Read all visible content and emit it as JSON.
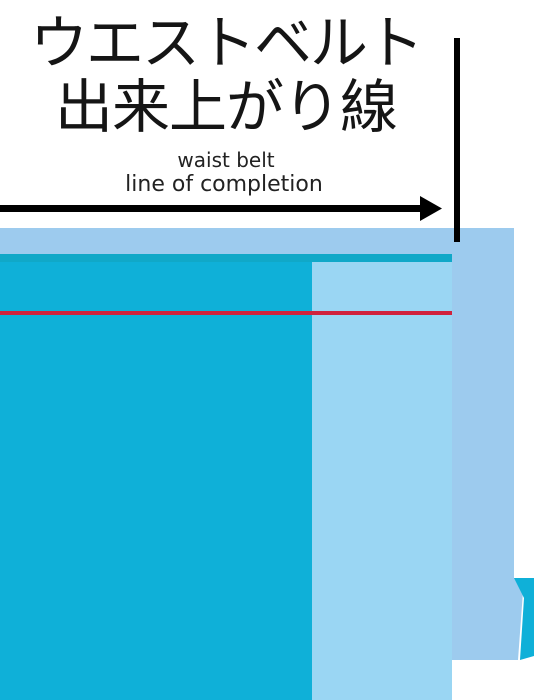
{
  "labels": {
    "title_line1": "ウエストベルト",
    "title_line2": "出来上がり線",
    "subtitle_line1": "waist belt",
    "subtitle_line2": "line of completion"
  },
  "colors": {
    "outer_fabric": "#9dcbee",
    "inner_fabric": "#0fb0d8",
    "middle_panel": "#9ad6f3",
    "fold_line": "#10a8c8",
    "completion_line": "#d0223c",
    "arrow": "#000000",
    "text": "#151515"
  }
}
